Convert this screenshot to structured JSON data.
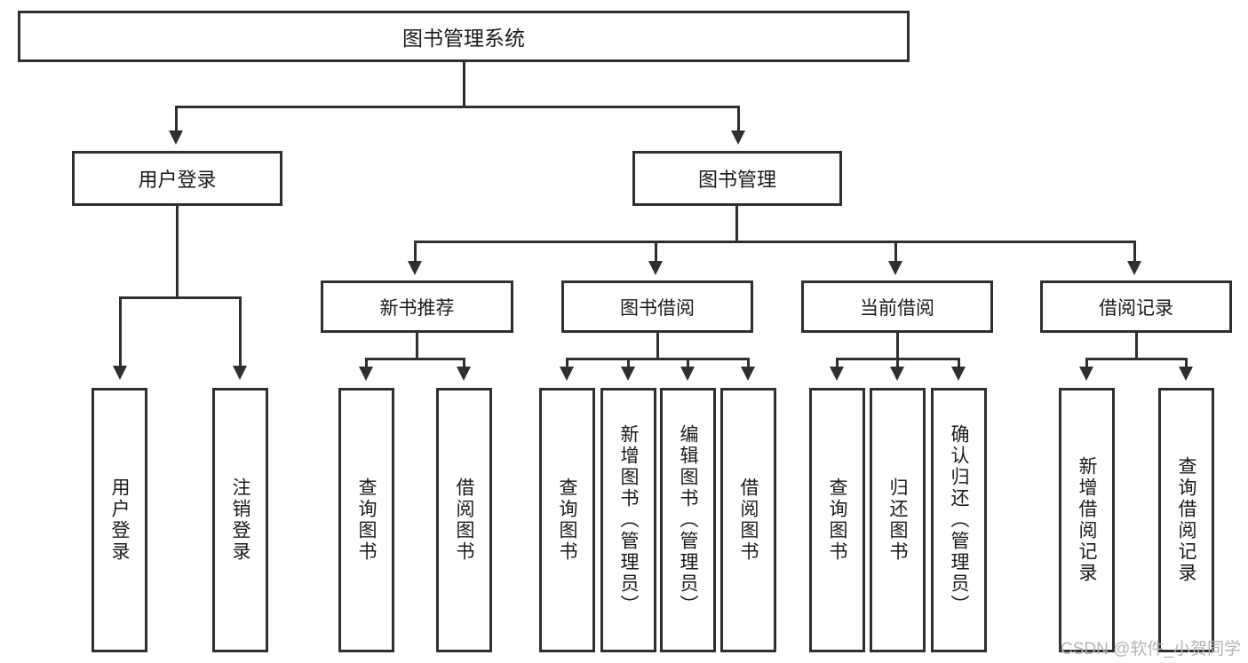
{
  "diagram": {
    "title": "图书管理系统",
    "type": "hierarchy-tree",
    "levels": 4,
    "box_border_color": "#2f2f2f",
    "box_fill_color": "#ffffff",
    "connector_color": "#2f2f2f"
  },
  "root": {
    "label": "图书管理系统"
  },
  "level2": [
    {
      "label": "用户登录"
    },
    {
      "label": "图书管理"
    }
  ],
  "level3": [
    {
      "label": "新书推荐"
    },
    {
      "label": "图书借阅"
    },
    {
      "label": "当前借阅"
    },
    {
      "label": "借阅记录"
    }
  ],
  "leaves": {
    "user_login": [
      {
        "label": "用户登录"
      },
      {
        "label": "注销登录"
      }
    ],
    "new_book_recommend": [
      {
        "label": "查询图书"
      },
      {
        "label": "借阅图书"
      }
    ],
    "book_borrow": [
      {
        "label": "查询图书"
      },
      {
        "label": "新增图书（管理员）"
      },
      {
        "label": "编辑图书（管理员）"
      },
      {
        "label": "借阅图书"
      }
    ],
    "current_borrow": [
      {
        "label": "查询图书"
      },
      {
        "label": "归还图书"
      },
      {
        "label": "确认归还（管理员）"
      }
    ],
    "borrow_records": [
      {
        "label": "新增借阅记录"
      },
      {
        "label": "查询借阅记录"
      }
    ]
  },
  "watermark": {
    "text": "CSDN @软件_小贺同学"
  }
}
